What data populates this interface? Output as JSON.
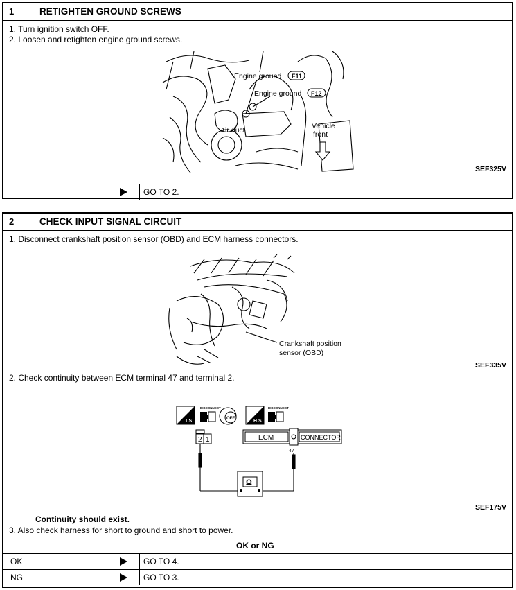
{
  "step1": {
    "number": "1",
    "title": "RETIGHTEN GROUND SCREWS",
    "instructions": [
      "1. Turn ignition switch OFF.",
      "2. Loosen and retighten engine ground screws."
    ],
    "figure": {
      "labels": {
        "ground_f11": "Engine ground",
        "ground_f11_tag": "F11",
        "ground_f12": "Engine ground",
        "ground_f12_tag": "F12",
        "air_duct": "Air duct",
        "vehicle": "Vehicle",
        "front": "front"
      },
      "code": "SEF325V"
    },
    "result_row": {
      "label": "",
      "goto": "GO TO 2."
    }
  },
  "step2": {
    "number": "2",
    "title": "CHECK INPUT SIGNAL CIRCUIT",
    "instruction1": "1. Disconnect crankshaft position sensor (OBD) and ECM harness connectors.",
    "figure1": {
      "label_line1": "Crankshaft position",
      "label_line2": "sensor (OBD)",
      "code": "SEF335V"
    },
    "instruction2": "2. Check continuity between ECM terminal 47 and terminal 2.",
    "figure2": {
      "ecm": "ECM",
      "connector": "CONNECTOR",
      "terminal_ecm": "47",
      "terminal_2": "2",
      "terminal_1": "1",
      "ohm": "Ω",
      "ts": "T.S",
      "hs": "H.S",
      "disconnect": "DISCONNECT",
      "off": "OFF",
      "code": "SEF175V"
    },
    "note": "Continuity should exist.",
    "instruction3": "3. Also check harness for short to ground and short to power.",
    "result_heading": "OK or NG",
    "results": [
      {
        "label": "OK",
        "goto": "GO TO 4."
      },
      {
        "label": "NG",
        "goto": "GO TO 3."
      }
    ]
  }
}
